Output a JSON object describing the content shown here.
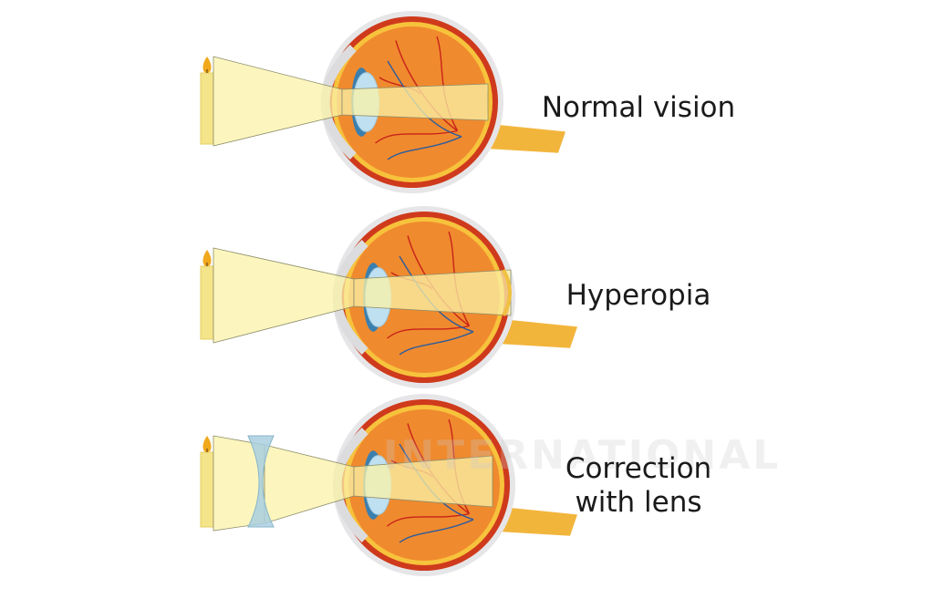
{
  "rows": [
    {
      "id": "normal",
      "label": "Normal vision"
    },
    {
      "id": "hyperopia",
      "label": "Hyperopia"
    },
    {
      "id": "correction",
      "label_lines": [
        "Correction",
        "with lens"
      ]
    }
  ],
  "watermark": "INTERNATIONAL",
  "colors": {
    "candle": "#f4e48a",
    "flame": "#f0a81c",
    "light_cone": "#fbf3a8",
    "sclera_outer": "#cf3a1c",
    "eye_inner": "#f08a2e",
    "retina_band": "#f7c23c",
    "vessels_red": "#c8231a",
    "vessels_blue": "#2f5d9a",
    "lens": "#bfe0f0",
    "corrective_lens": "#a9cfe0"
  }
}
